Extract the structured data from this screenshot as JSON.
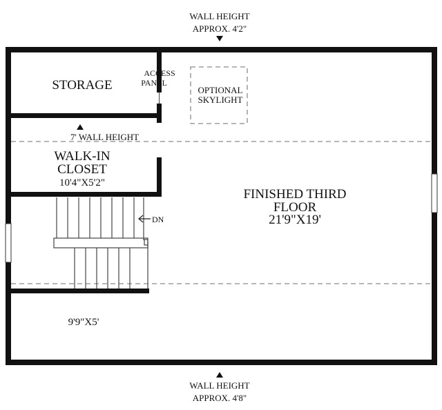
{
  "plan": {
    "labels": {
      "wall_height_top_1": "WALL HEIGHT",
      "wall_height_top_2": "APPROX. 4'2\"",
      "wall_height_bottom_1": "WALL HEIGHT",
      "wall_height_bottom_2": "APPROX. 4'8\"",
      "storage": "STORAGE",
      "access_panel_1": "ACCESS",
      "access_panel_2": "PANEL",
      "optional_skylight_1": "OPTIONAL",
      "optional_skylight_2": "SKYLIGHT",
      "wall_height_7ft": "7' WALL HEIGHT",
      "walk_in_closet_1": "WALK-IN",
      "walk_in_closet_2": "CLOSET",
      "walk_in_closet_dims": "10'4\"X5'2\"",
      "finished_floor_1": "FINISHED THIRD",
      "finished_floor_2": "FLOOR",
      "finished_floor_dims": "21'9\"X19'",
      "stair_direction": "DN",
      "lower_area_dims": "9'9\"X5'"
    },
    "colors": {
      "wall": "#111111",
      "dashed_line": "#8a8a8a"
    }
  }
}
